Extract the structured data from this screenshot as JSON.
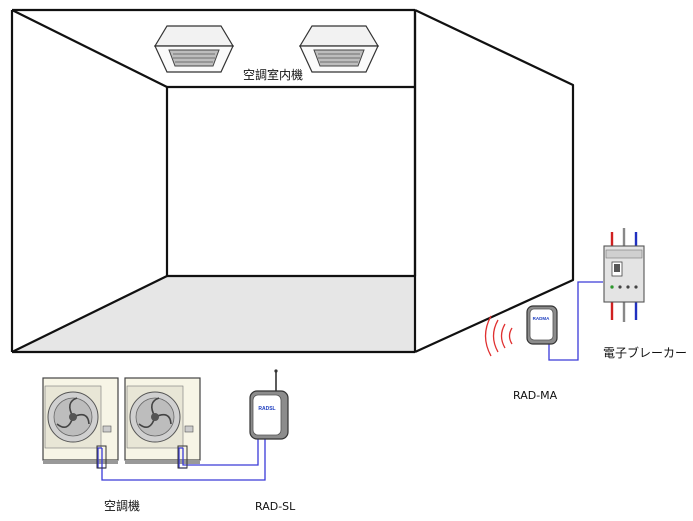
{
  "labels": {
    "indoor_unit": "空調室内機",
    "outdoor_unit": "空調機",
    "rad_sl": "RAD-SL",
    "rad_ma": "RAD-MA",
    "breaker": "電子ブレーカー"
  },
  "device_logos": {
    "rad_sl_logo": "RADSL",
    "rad_ma_logo": "RADMA"
  },
  "colors": {
    "wire_blue": "#3a3ad8",
    "signal_red": "#e03030",
    "breaker_red": "#d02020",
    "breaker_blue": "#2030c0",
    "floor_gray": "#e6e6e6"
  }
}
